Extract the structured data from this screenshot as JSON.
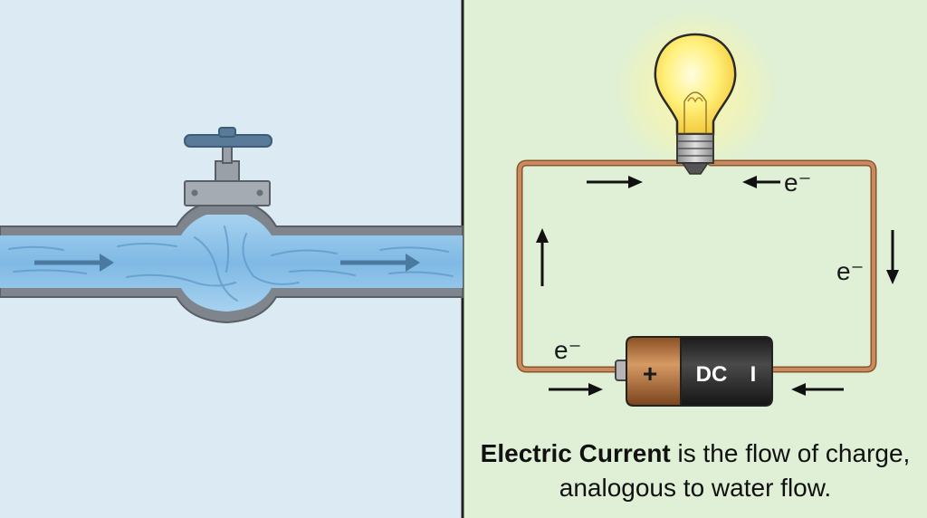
{
  "colors": {
    "left_background": "#dbeaf3",
    "right_background": "#dff0d6",
    "water": "#8fc4ea",
    "pipe_gray": "#8a8f96",
    "valve_handle": "#5a7a99",
    "copper_wire": "#c98a5e",
    "battery_copper": "#b9773f",
    "battery_black": "#2b2b2b",
    "bulb_glow": "#fff27a",
    "arrow_water": "#4a7aa0",
    "arrow_circuit": "#111111"
  },
  "icons": {
    "valve": "valve-icon",
    "bulb": "light-bulb-icon",
    "battery": "battery-icon"
  },
  "circuit": {
    "electron_label": "e⁻",
    "battery_plus": "+",
    "battery_text": "DC",
    "battery_minus": "I"
  },
  "caption": {
    "bold": "Electric Current",
    "rest": " is the flow of charge, analogous to water flow."
  }
}
